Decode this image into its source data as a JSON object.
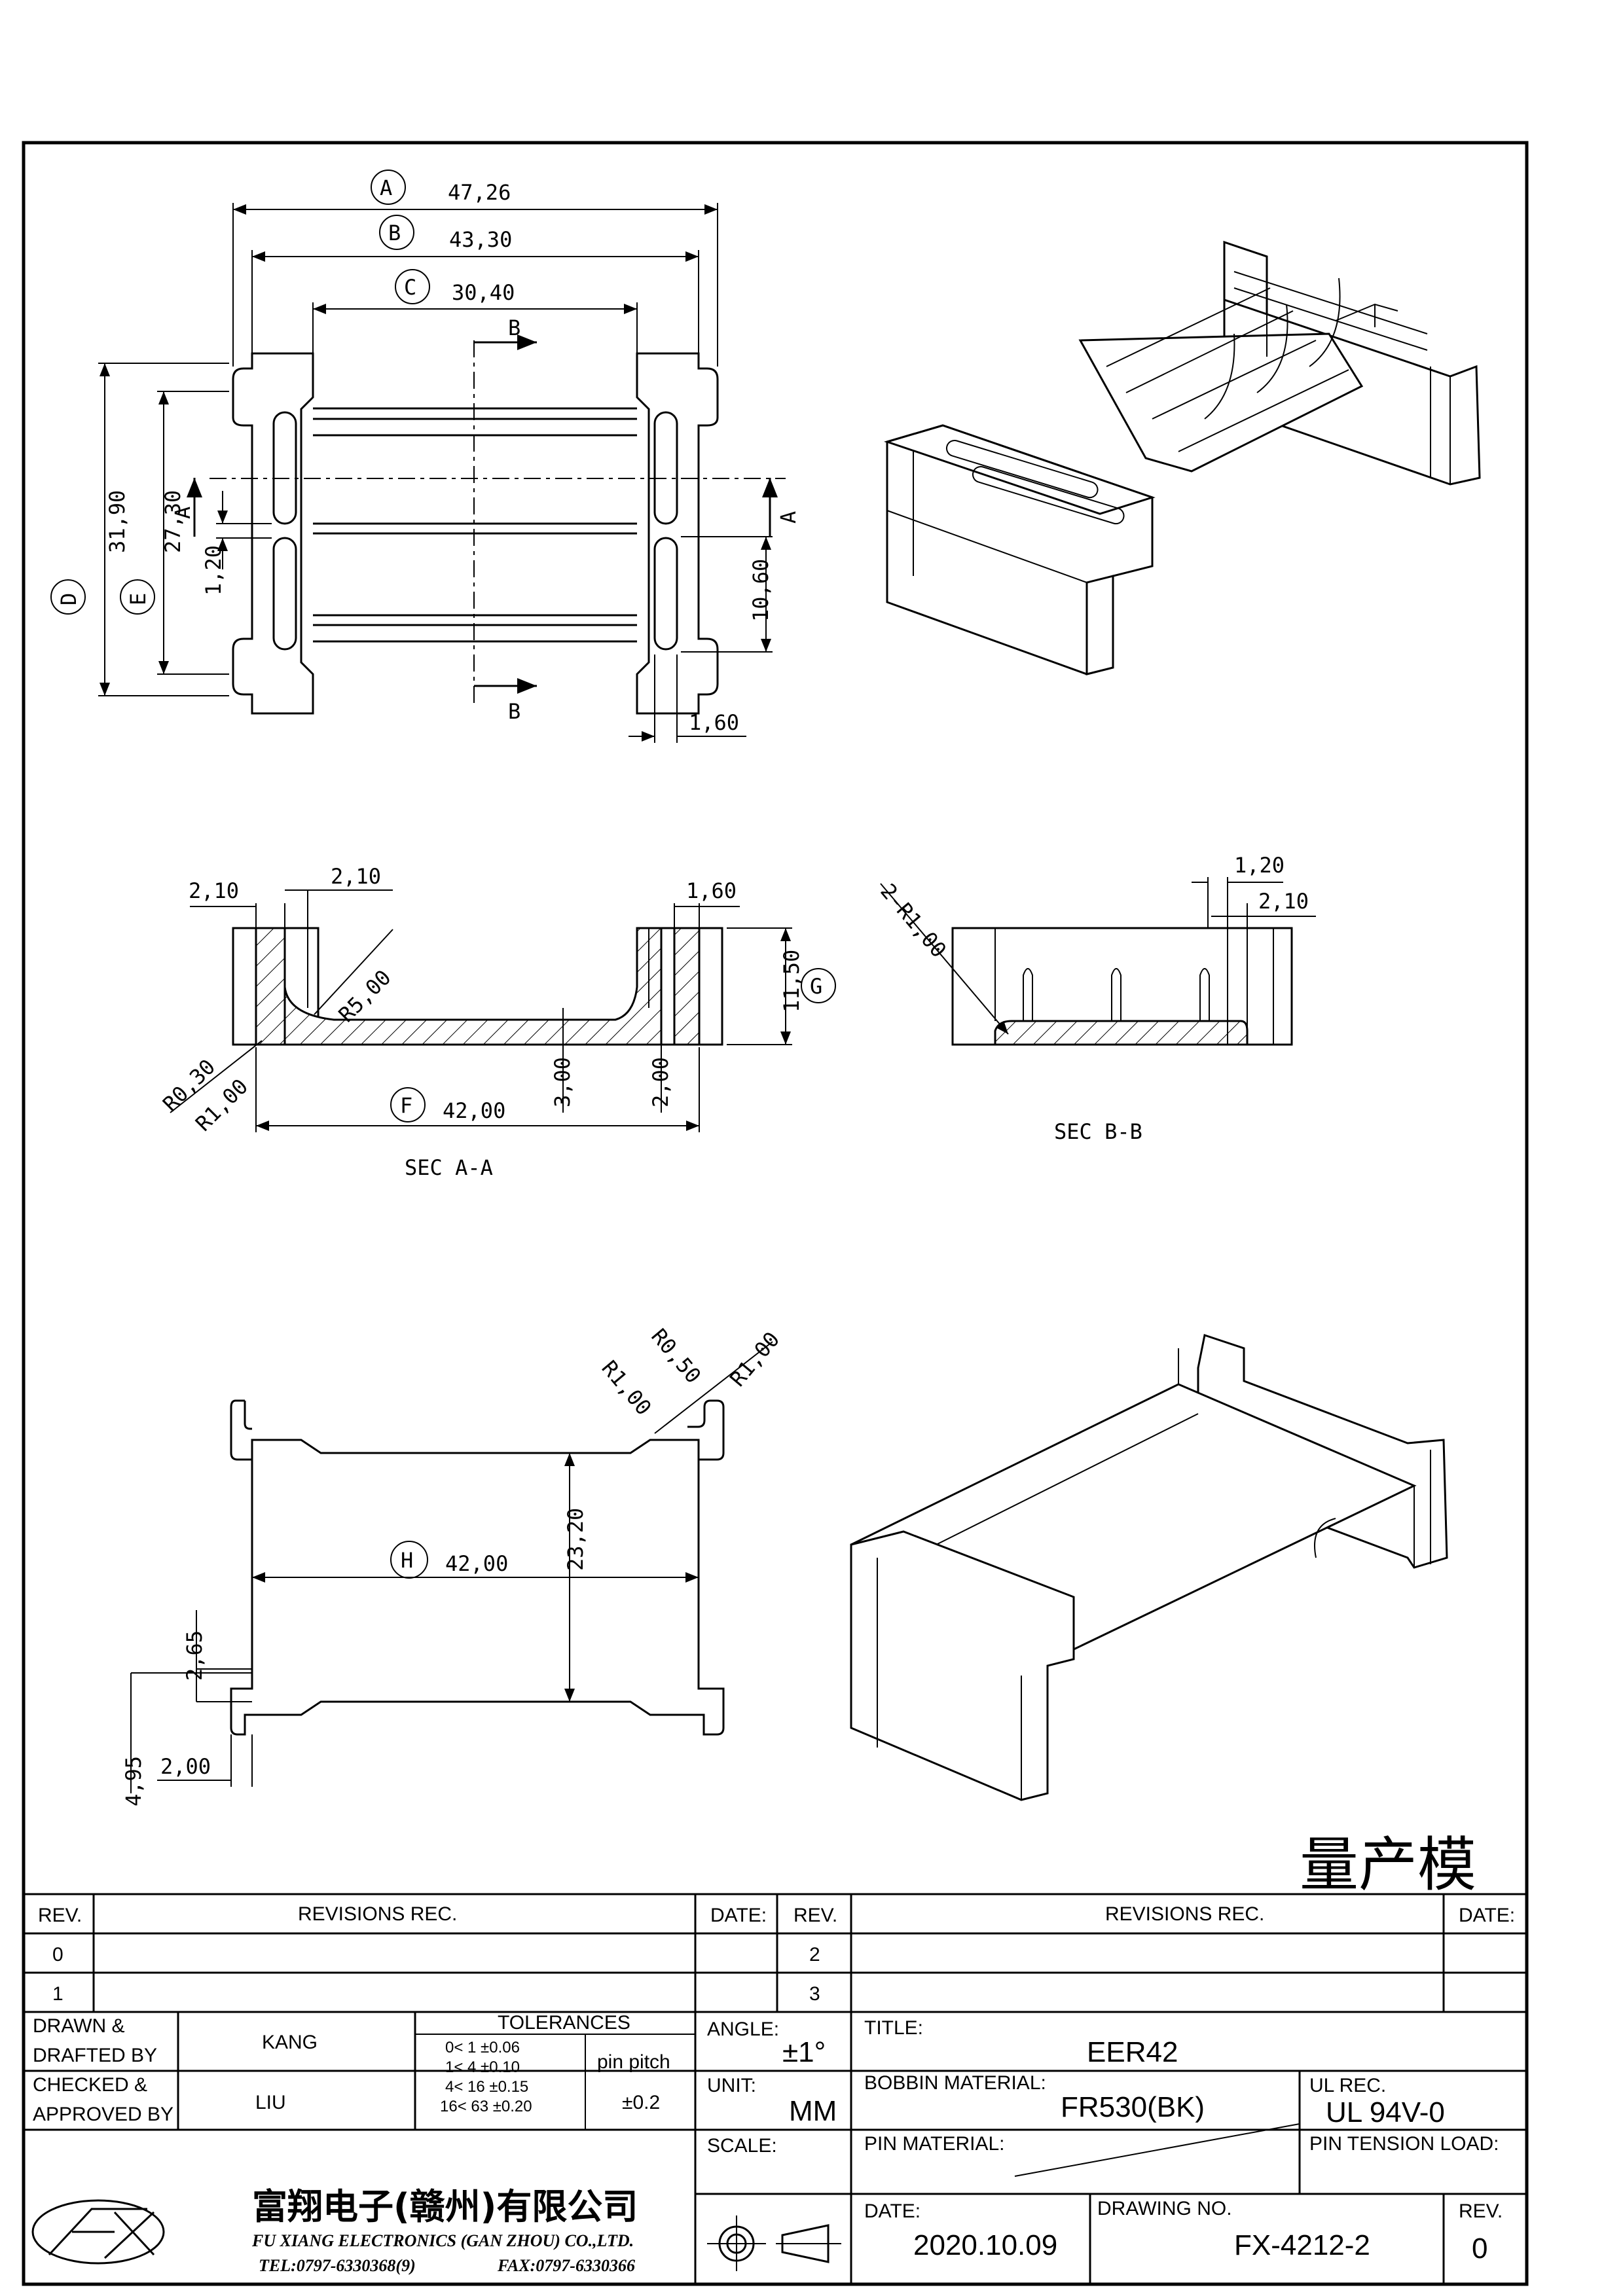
{
  "views": {
    "top": {
      "dims": {
        "A": "47,26",
        "B": "43,30",
        "C": "30,40",
        "D": "31,90",
        "E": "27,30",
        "wall": "1,20",
        "slot": "10,60",
        "pin": "1,60"
      },
      "circles": {
        "A": "A",
        "B": "B",
        "C": "C",
        "D": "D",
        "E": "E"
      },
      "section_marks": {
        "a": "A",
        "b": "B"
      }
    },
    "sec_aa": {
      "title": "SEC A-A",
      "dims": {
        "t1": "2,10",
        "t2": "2,10",
        "t3": "1,60",
        "h": "11,50",
        "r5": "R5,00",
        "r03": "R0,30",
        "r1": "R1,00",
        "base": "3,00",
        "floor": "2,00",
        "width": "42,00"
      },
      "circles": {
        "F": "F",
        "G": "G"
      }
    },
    "sec_bb": {
      "title": "SEC B-B",
      "dims": {
        "r": "2-R1,00",
        "t1": "1,20",
        "t2": "2,10"
      }
    },
    "bottom": {
      "dims": {
        "r1a": "R1,00",
        "r05": "R0,50",
        "r1b": "R1,00",
        "h": "23,20",
        "w": "42,00",
        "p1": "2,65",
        "p2": "4,95",
        "p3": "2,00"
      },
      "circles": {
        "H": "H"
      }
    }
  },
  "stamp": "量产模",
  "revisions": {
    "header": {
      "rev": "REV.",
      "rec": "REVISIONS    REC.",
      "date": "DATE:"
    },
    "left": [
      "0",
      "1"
    ],
    "right": [
      "2",
      "3"
    ]
  },
  "title_block": {
    "drawn_label": "DRAWN &\nDRAFTED BY",
    "drawn": "KANG",
    "checked_label": "CHECKED &\nAPPROVED BY",
    "checked": "LIU",
    "tolerances_label": "TOLERANCES",
    "tolerances": [
      "0<   1   ±0.06",
      "1<   4   ±0.10",
      "4<  16  ±0.15",
      "16<  63  ±0.20"
    ],
    "pin_pitch_label": "pin pitch",
    "pin_pitch": "±0.2",
    "angle_label": "ANGLE:",
    "angle": "±1°",
    "unit_label": "UNIT:",
    "unit": "MM",
    "scale_label": "SCALE:",
    "title_label": "TITLE:",
    "title": "EER42",
    "bobbin_label": "BOBBIN MATERIAL:",
    "bobbin": "FR530(BK)",
    "ul_label": "UL REC.",
    "ul": "UL 94V-0",
    "pin_material_label": "PIN MATERIAL:",
    "pin_tension_label": "PIN TENSION LOAD:",
    "date_label": "DATE:",
    "date": "2020.10.09",
    "drawing_no_label": "DRAWING NO.",
    "drawing_no": "FX-4212-2",
    "rev_label": "REV.",
    "rev": "0",
    "company_cn": "富翔电子(赣州)有限公司",
    "company_en": "FU XIANG ELECTRONICS (GAN ZHOU) CO.,LTD.",
    "tel": "TEL:0797-6330368(9)",
    "fax": "FAX:0797-6330366"
  }
}
